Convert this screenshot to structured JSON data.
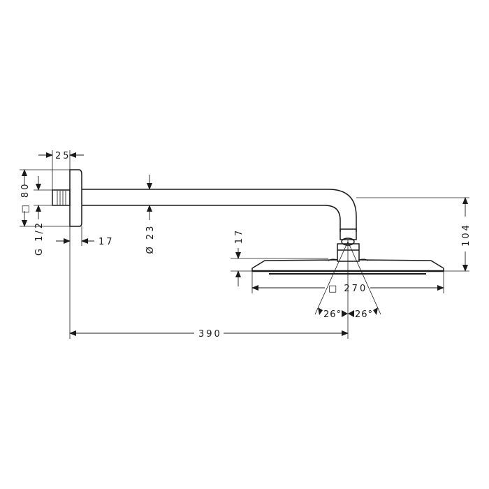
{
  "drawing": {
    "subject": "shower arm with square overhead shower head",
    "colors": {
      "line": "#1a1a1a",
      "background": "#ffffff"
    },
    "dimensions": {
      "flange_depth": "25",
      "flange_square": "□ 80",
      "thread": "G 1/2",
      "flange_offset": "17",
      "arm_diameter": "Ø 23",
      "head_height": "17",
      "drop_height": "104",
      "head_square": "□ 270",
      "spray_angle_left": "26°",
      "spray_angle_right": "26°",
      "arm_length": "390"
    }
  }
}
